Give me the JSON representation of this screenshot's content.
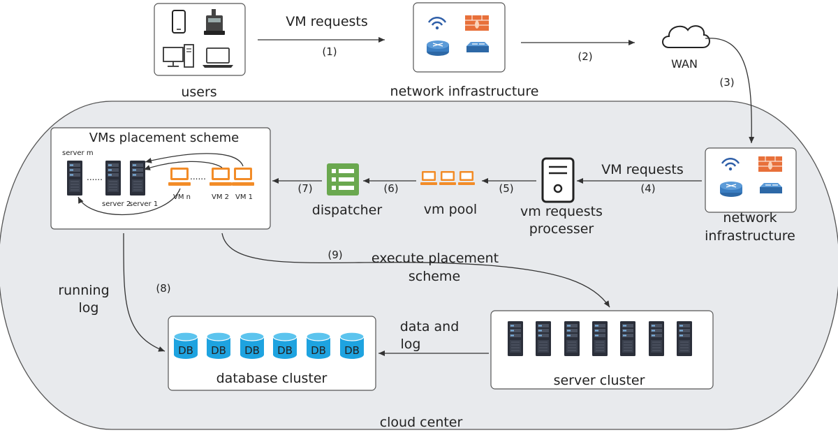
{
  "labels": {
    "users": "users",
    "network_top": "network infrastructure",
    "wan": "WAN",
    "network_right_1": "network",
    "network_right_2": "infrastructure",
    "placement_title": "VMs placement scheme",
    "dispatcher": "dispatcher",
    "vm_pool": "vm pool",
    "processer_1": "vm requests",
    "processer_2": "processer",
    "vm_requests_top": "VM requests",
    "vm_requests_right": "VM requests",
    "execute_1": "execute placement",
    "execute_2": "scheme",
    "running_1": "running",
    "running_2": "log",
    "data_log_1": "data and",
    "data_log_2": "log",
    "database_cluster": "database cluster",
    "server_cluster": "server cluster",
    "cloud_center": "cloud center",
    "db": "DB",
    "server_m": "server m",
    "server_2": "server 2",
    "server_1": "server 1",
    "vm_n": "VM n",
    "vm_2": "VM 2",
    "vm_1": "VM 1"
  },
  "steps": {
    "s1": "(1)",
    "s2": "(2)",
    "s3": "(3)",
    "s4": "(4)",
    "s5": "(5)",
    "s6": "(6)",
    "s7": "(7)",
    "s8": "(8)",
    "s9": "(9)"
  },
  "colors": {
    "cloud_fill": "#e8eaed",
    "server_dark": "#2b2f3a",
    "vm_orange": "#f28c28",
    "db_blue": "#1ea3e0",
    "dispatcher_green": "#6aa84f",
    "wifi_blue": "#2f5fa8",
    "firewall_orange": "#e8703a",
    "router_blue": "#3a7dc1"
  },
  "icons": [
    "smartphone-icon",
    "desk-phone-icon",
    "desktop-computer-icon",
    "laptop-icon",
    "wifi-icon",
    "firewall-icon",
    "router-icon",
    "switch-icon",
    "cloud-icon",
    "server-icon",
    "vm-icon",
    "dispatcher-icon",
    "request-processer-icon",
    "database-icon"
  ]
}
